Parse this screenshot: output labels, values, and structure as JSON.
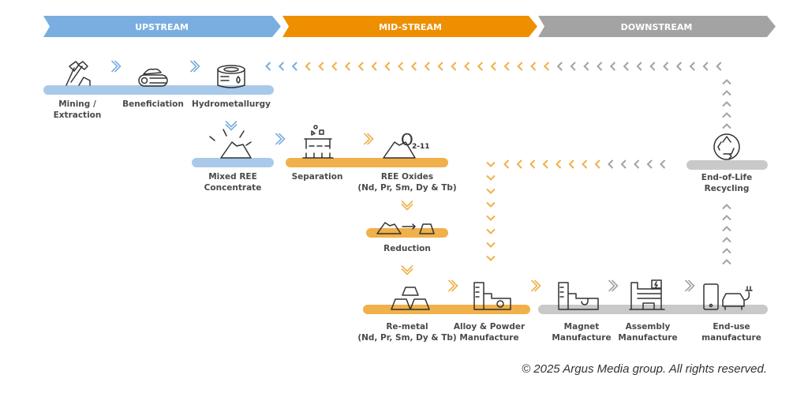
{
  "banners": {
    "upstream": "UPSTREAM",
    "midstream": "MID-STREAM",
    "downstream": "DOWNSTREAM"
  },
  "colors": {
    "blue": "#7aaee0",
    "blue_bar": "#a9c9ea",
    "orange": "#ee8f00",
    "orange_bar": "#f0b04a",
    "gray": "#a3a3a3",
    "gray_bar": "#c9c9c9"
  },
  "nodes": {
    "mining": [
      "Mining /",
      "Extraction"
    ],
    "beneficiation": [
      "Beneficiation"
    ],
    "hydrometallurgy": [
      "Hydrometallurgy"
    ],
    "mixed_ree": [
      "Mixed REE",
      "Concentrate"
    ],
    "separation": [
      "Separation"
    ],
    "ree_oxides": [
      "REE Oxides",
      "(Nd, Pr, Sm, Dy & Tb)"
    ],
    "oxide_formula": {
      "main": "O",
      "sub": "2-11"
    },
    "reduction": [
      "Reduction"
    ],
    "re_metal": [
      "Re-metal",
      "(Nd, Pr, Sm, Dy & Tb)"
    ],
    "alloy": [
      "Alloy & Powder",
      "Manufacture"
    ],
    "magnet": [
      "Magnet",
      "Manufacture"
    ],
    "assembly": [
      "Assembly",
      "Manufacture"
    ],
    "end_use": [
      "End-use",
      "manufacture"
    ],
    "recycling": [
      "End-of-Life",
      "Recycling"
    ]
  },
  "copyright": "© 2025 Argus Media group. All rights reserved."
}
